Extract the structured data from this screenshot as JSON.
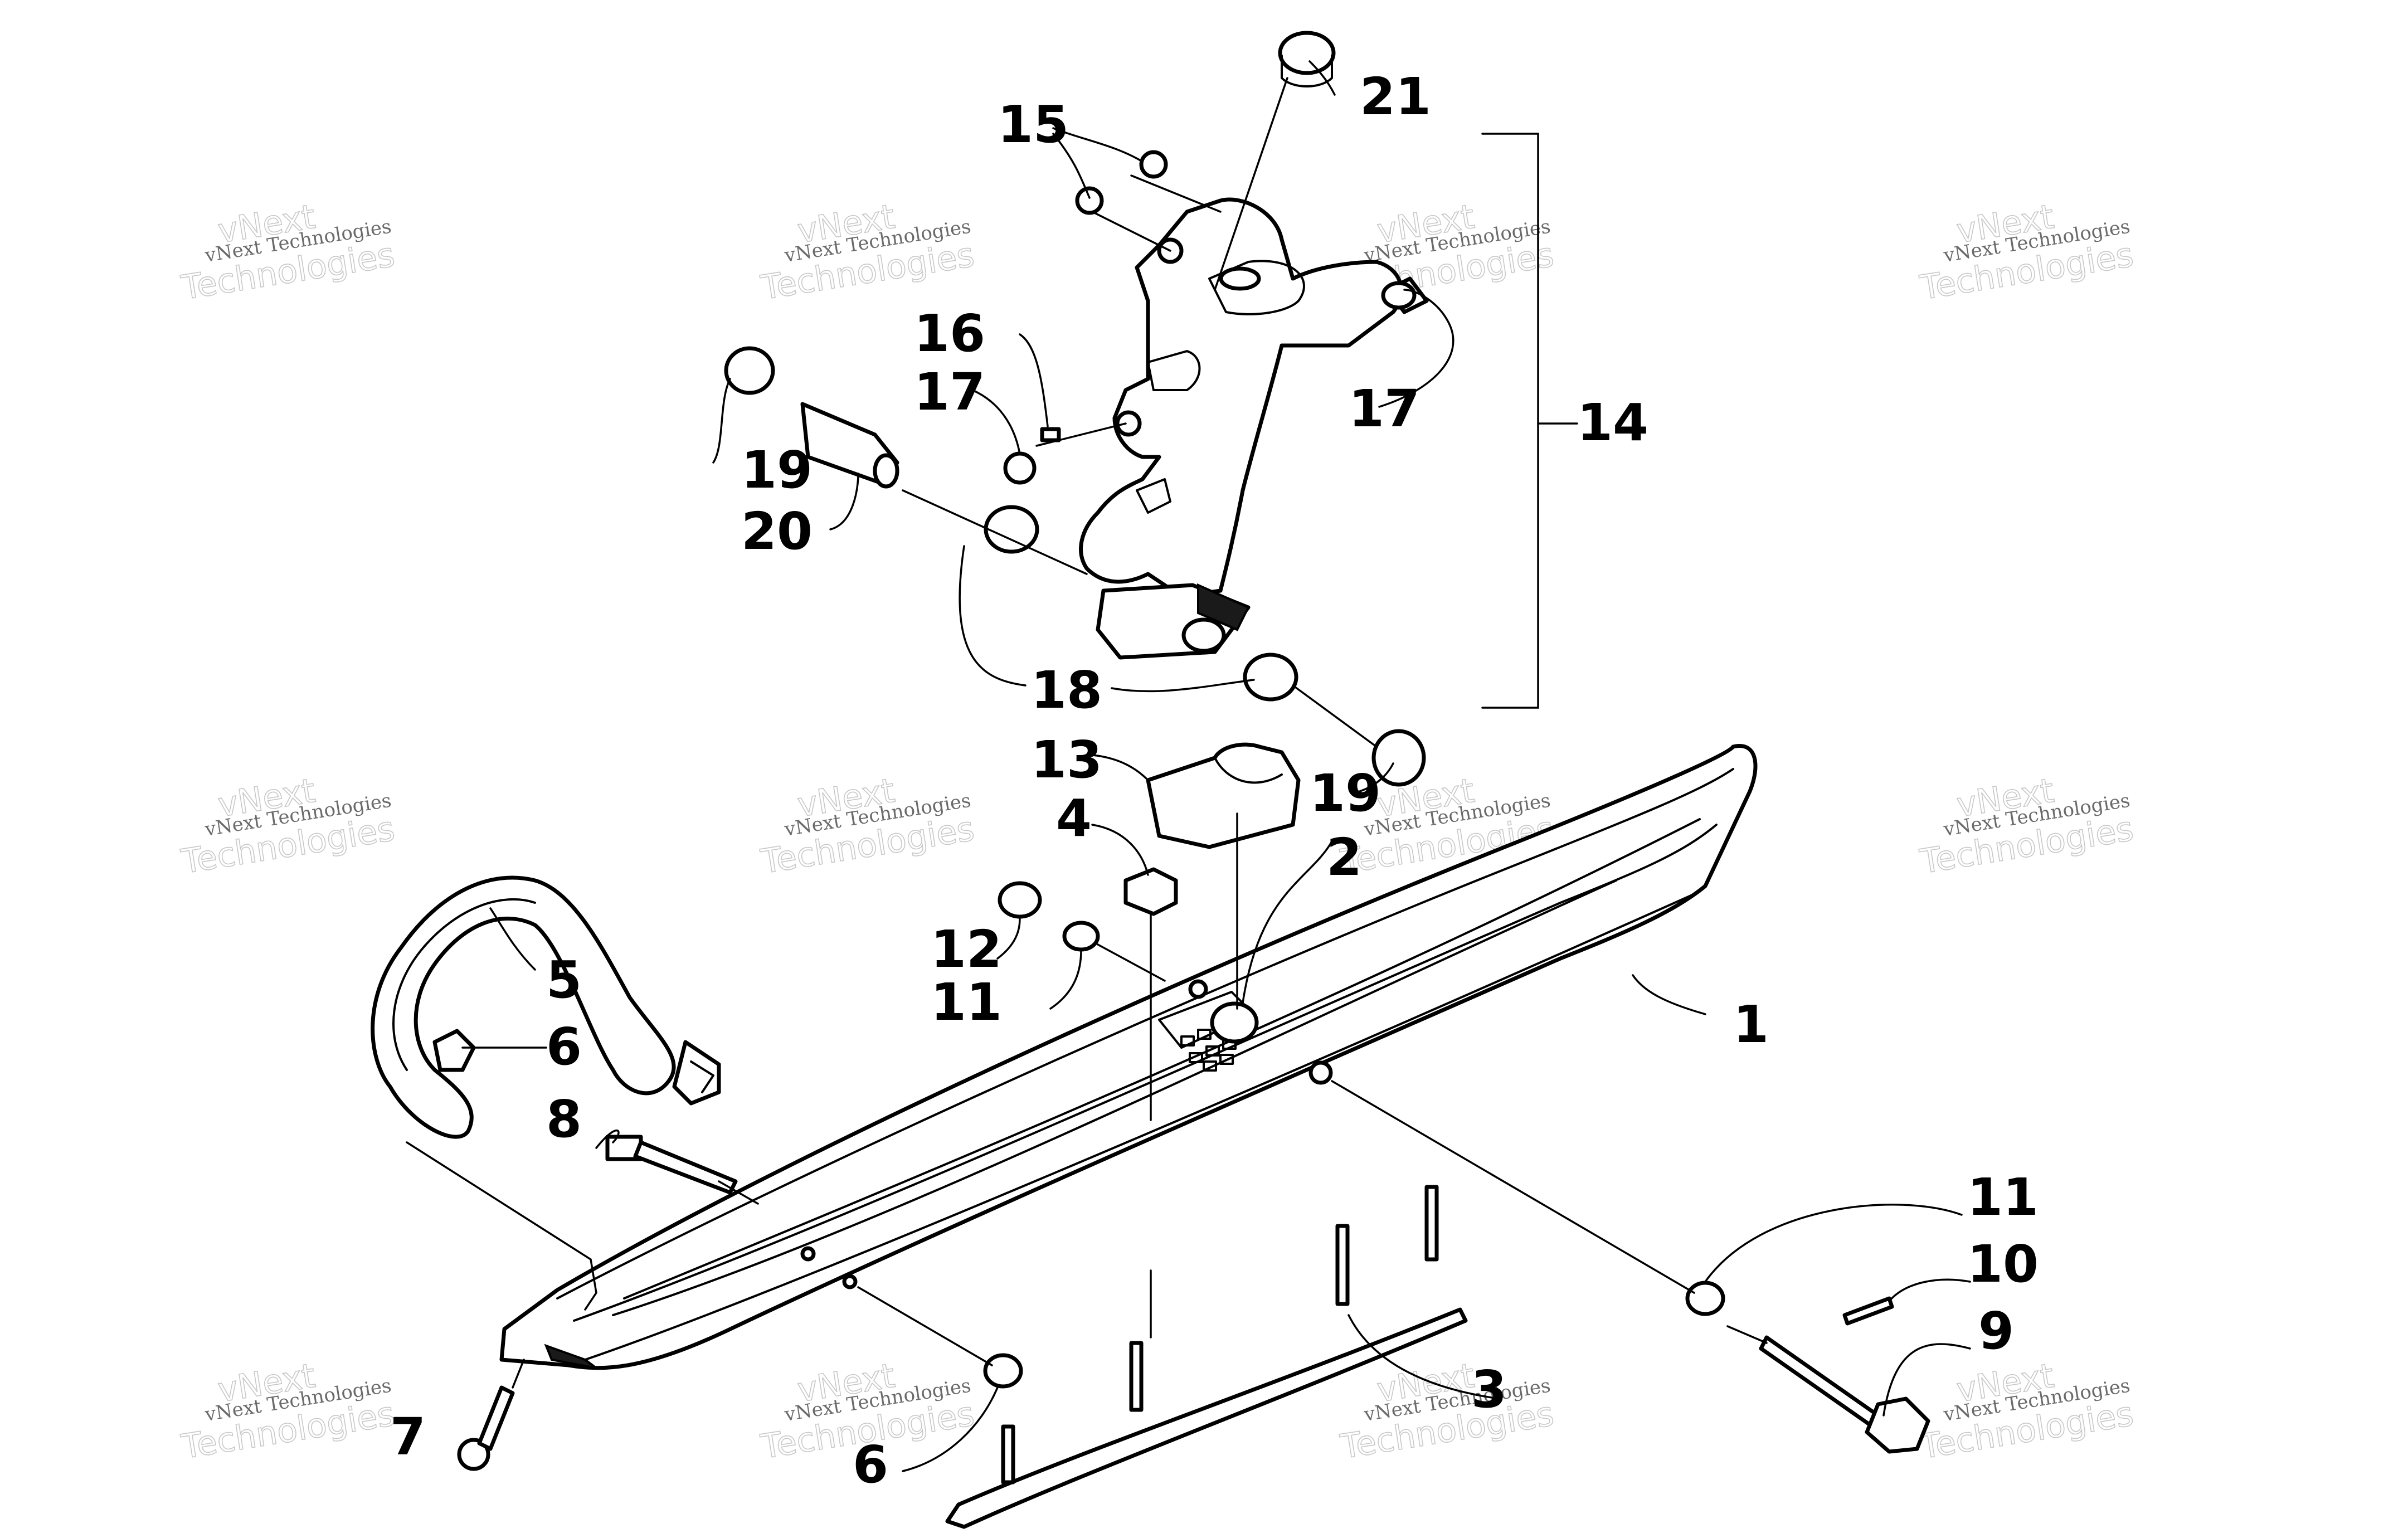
{
  "watermark": {
    "line1": "vNext Technologies",
    "line2": "Technologies",
    "line3": "vNext"
  },
  "callouts": {
    "c1": "1",
    "c2": "2",
    "c3": "3",
    "c4": "4",
    "c5": "5",
    "c6a": "6",
    "c6b": "6",
    "c7": "7",
    "c8": "8",
    "c9": "9",
    "c10": "10",
    "c11a": "11",
    "c11b": "11",
    "c12": "12",
    "c13": "13",
    "c14": "14",
    "c15": "15",
    "c16": "16",
    "c17a": "17",
    "c17b": "17",
    "c18": "18",
    "c19a": "19",
    "c19b": "19",
    "c20": "20",
    "c21": "21"
  }
}
